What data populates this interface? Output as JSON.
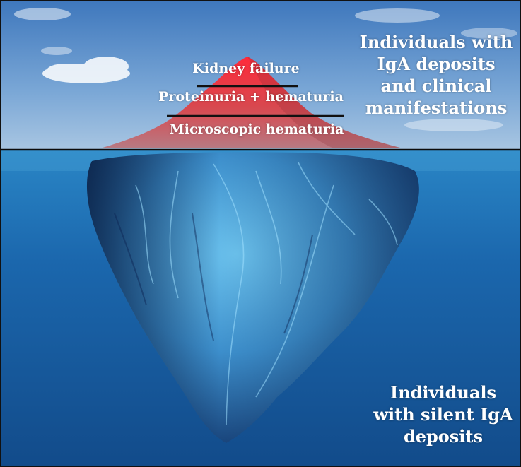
{
  "tiers": {
    "top": "Kidney failure",
    "middle": "Proteinuria + hematuria",
    "bottom": "Microscopic hematuria"
  },
  "above_water_label": "Individuals with IgA deposits and clinical manifestations",
  "below_water_label": "Individuals with silent IgA deposits",
  "colors": {
    "sky": "#6f9fd2",
    "tip": "#e23a45",
    "ocean": "#1b5fa8",
    "ice": "#5ab4e6",
    "waterline": "#0b0b0b"
  }
}
